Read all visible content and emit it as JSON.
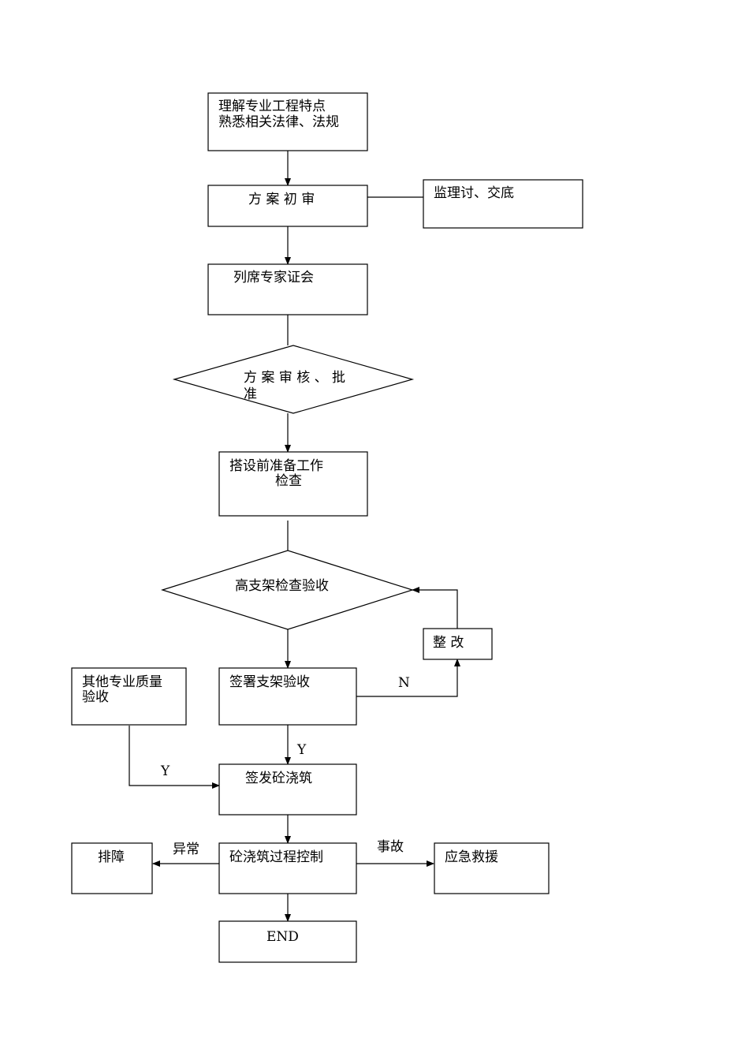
{
  "nodes": {
    "understand": {
      "line1": "理解专业工程特点",
      "line2": "熟悉相关法律、法规"
    },
    "initial_review": {
      "label": "方 案 初 审"
    },
    "supervision": {
      "label": "监理讨、交底"
    },
    "expert_meeting": {
      "label": "列席专家证会"
    },
    "approval": {
      "line1": "方 案 审 核 、 批",
      "line2": "准"
    },
    "pre_check": {
      "line1": "搭设前准备工作",
      "line2": "检查"
    },
    "inspection": {
      "label": "高支架检查验收"
    },
    "rectify": {
      "label": "整 改"
    },
    "other_quality": {
      "line1": "其他专业质量",
      "line2": "验收"
    },
    "sign_support": {
      "label": "签署支架验收"
    },
    "issue_pour": {
      "label": "签发砼浇筑"
    },
    "pour_control": {
      "label": "砼浇筑过程控制"
    },
    "troubleshoot": {
      "label": "排障"
    },
    "emergency": {
      "label": "应急救援"
    },
    "end": {
      "label": "END"
    }
  },
  "edge_labels": {
    "no": "N",
    "yes_main": "Y",
    "yes_other": "Y",
    "abnormal": "异常",
    "accident": "事故"
  }
}
